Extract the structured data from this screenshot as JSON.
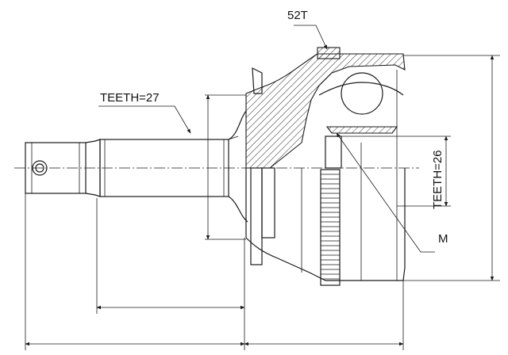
{
  "labels": {
    "teeth_outer": "52T",
    "teeth_shaft": "TEETH=27",
    "teeth_inner": "TEETH=26",
    "m": "M"
  },
  "colors": {
    "line": "#1a1a1a",
    "background": "#ffffff"
  }
}
